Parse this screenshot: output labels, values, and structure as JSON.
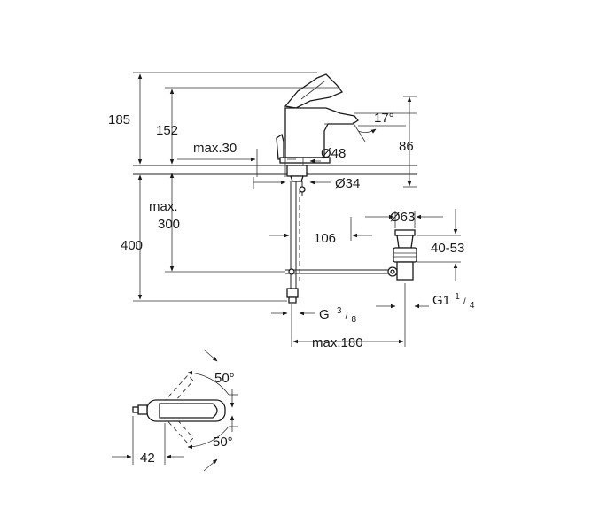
{
  "dimensions": {
    "d185": "185",
    "d152": "152",
    "max30": "max.30",
    "deg17": "17°",
    "d86": "86",
    "dia48": "Ø48",
    "dia34": "Ø34",
    "max300_line1": "max.",
    "max300_line2": "300",
    "d400": "400",
    "d106": "106",
    "dia63": "Ø63",
    "d40_53": "40-53",
    "g38_main": "G",
    "g38_num": "3",
    "g38_den": "8",
    "g114_main": "G1",
    "g114_num": "1",
    "g114_den": "4",
    "max180": "max.180",
    "deg50_top": "50°",
    "deg50_bottom": "50°",
    "d42": "42"
  }
}
